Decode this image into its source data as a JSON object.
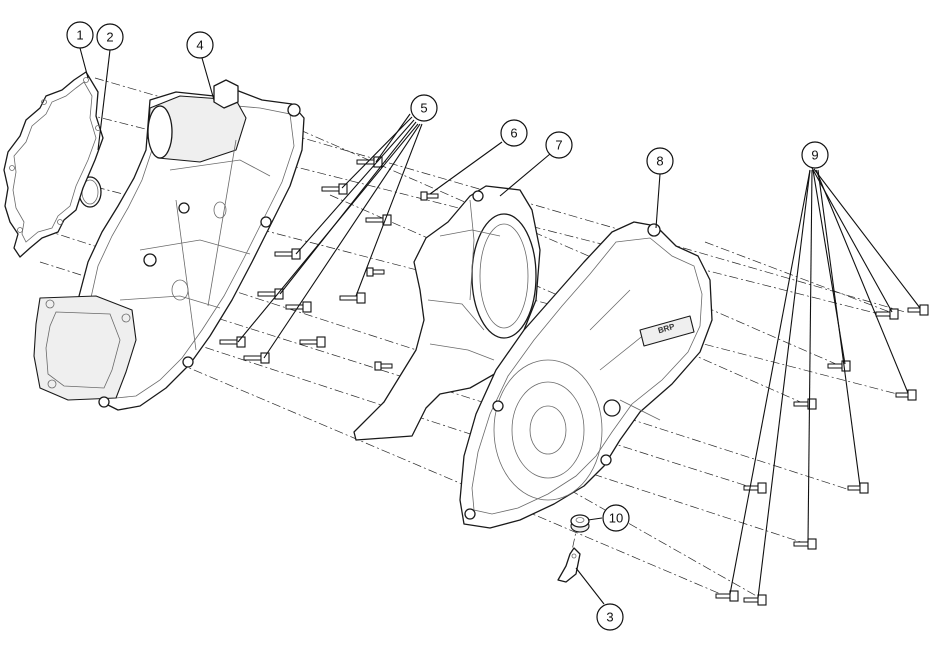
{
  "callouts": [
    {
      "number": "1"
    },
    {
      "number": "2"
    },
    {
      "number": "3"
    },
    {
      "number": "4"
    },
    {
      "number": "5"
    },
    {
      "number": "6"
    },
    {
      "number": "7"
    },
    {
      "number": "8"
    },
    {
      "number": "9"
    },
    {
      "number": "10"
    }
  ],
  "cover_logo_text": "BRP"
}
